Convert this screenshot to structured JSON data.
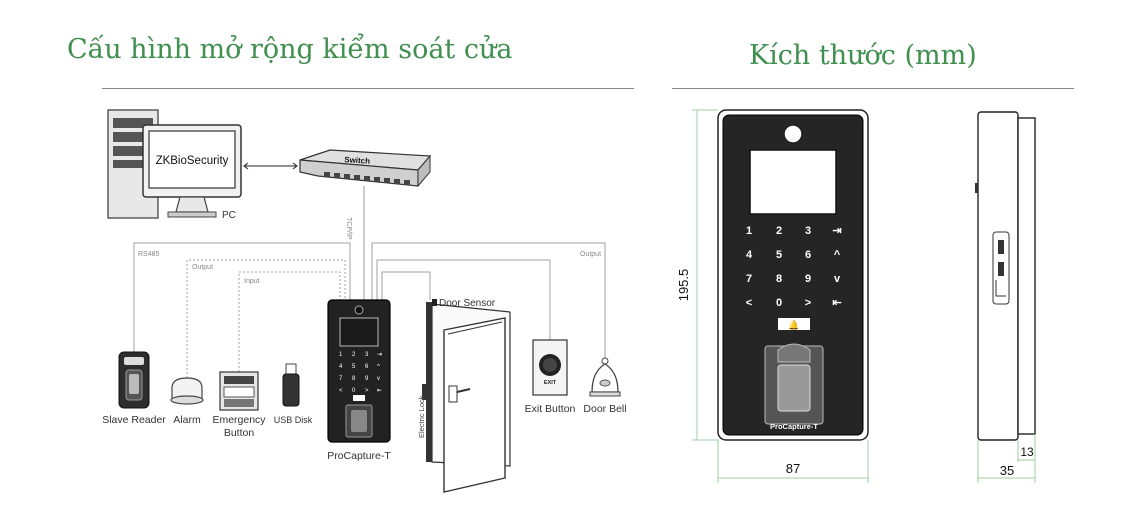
{
  "left_section": {
    "title": "Cấu hình mở rộng kiểm soát cửa",
    "software_label": "ZKBioSecurity",
    "pc_label": "PC",
    "switch_label": "Switch",
    "tcpip_label": "TCP/IP",
    "rs485_label": "RS485",
    "output_label_left": "Output",
    "input_label": "Input",
    "output_label_right": "Output",
    "door_sensor_label": "Door Sensor",
    "electric_lock_label": "Electric Lock",
    "devices": {
      "slave_reader": "Slave Reader",
      "alarm": "Alarm",
      "emergency_button_line1": "Emergency",
      "emergency_button_line2": "Button",
      "usb_disk": "USB Disk",
      "procapture": "ProCapture-T",
      "exit_button": "Exit Button",
      "door_bell": "Door Bell"
    },
    "exit_button_face": "EXIT"
  },
  "right_section": {
    "title": "Kích thước (mm)",
    "device_brand": "ProCapture-T",
    "keypad": [
      "1",
      "2",
      "3",
      "⇥",
      "4",
      "5",
      "6",
      "^",
      "7",
      "8",
      "9",
      "v",
      "<",
      "0",
      ">",
      "⇤"
    ],
    "dimensions": {
      "height": "195.5",
      "width": "87",
      "depth": "35",
      "thickness": "13"
    }
  }
}
